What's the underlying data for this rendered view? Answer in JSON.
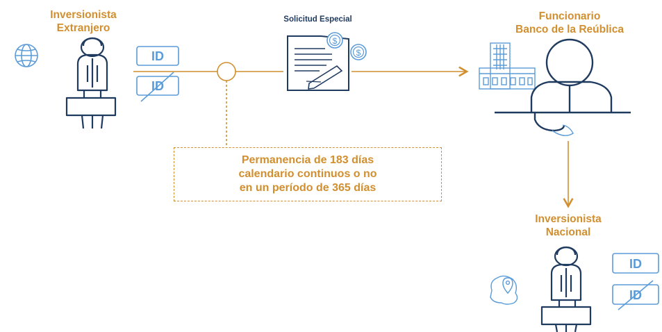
{
  "foreign_investor": {
    "title_line1": "Inversionista",
    "title_line2": "Extranjero"
  },
  "special_request": {
    "title": "Solicitud Especial"
  },
  "official": {
    "title_line1": "Funcionario",
    "title_line2": "Banco de la Reública"
  },
  "national_investor": {
    "title_line1": "Inversionista",
    "title_line2": "Nacional"
  },
  "residence_note": {
    "line1": "Permanencia de 183 días",
    "line2": "calendario continuos o no",
    "line3": "en un período de 365 días"
  },
  "id_badges": {
    "label": "ID"
  },
  "coin_symbol": "$",
  "colors": {
    "accent": "#d18f2f",
    "navy": "#1f3a5f",
    "icon_blue": "#5a9bd8"
  }
}
